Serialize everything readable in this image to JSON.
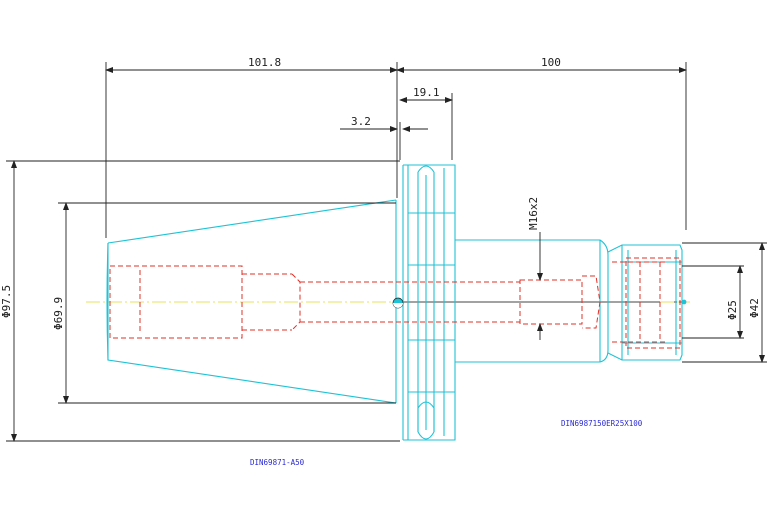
{
  "drawing": {
    "dimensions": {
      "length_holder": "101.8",
      "length_chuck": "100",
      "flange_width": "19.1",
      "flange_offset": "3.2",
      "thread": "M16x2",
      "diameter_flange": "Φ97.5",
      "diameter_taper": "Φ69.9",
      "diameter_nut": "Φ42",
      "diameter_collet": "Φ25"
    },
    "labels": {
      "holder_standard": "DIN69871-A50",
      "chuck_standard": "DIN6987150ER25X100"
    },
    "colors": {
      "outline": "#1ec3d6",
      "hidden_lines": "#e0302a",
      "dimensions": "#222222",
      "annotation": "#2a2ad6",
      "centerline": "#e8e060"
    }
  }
}
